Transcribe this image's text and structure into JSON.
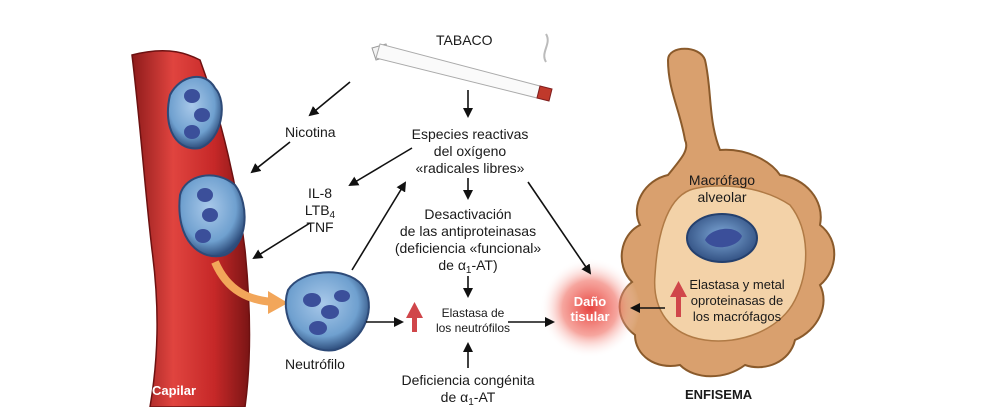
{
  "labels": {
    "tabaco": "TABACO",
    "nicotina": "Nicotina",
    "especies": [
      "Especies reactivas",
      "del oxígeno",
      "«radicales libres»"
    ],
    "il8": "IL-8",
    "ltb": "LTB",
    "ltb_sub": "4",
    "tnf": "TNF",
    "desactivacion": [
      "Desactivación",
      "de las antiproteinasas",
      "(deficiencia «funcional»"
    ],
    "desactivacion_last_pre": "de ",
    "alpha": "α",
    "alpha_sub": "1",
    "desactivacion_last_post": "-AT)",
    "elastasa_neutro": [
      "Elastasa de",
      "los neutrófilos"
    ],
    "dano": [
      "Daño",
      "tisular"
    ],
    "neutrofilo": "Neutrófilo",
    "capilar": "Capilar",
    "deficiencia": "Deficiencia congénita",
    "deficiencia_last_pre": "de ",
    "deficiencia_last_post": "-AT",
    "macrofago": [
      "Macrófago",
      "alveolar"
    ],
    "elastasa_metal": [
      "Elastasa y metal",
      "oproteinasas de",
      "los macrófagos"
    ],
    "enfisema": "ENFISEMA"
  },
  "colors": {
    "vessel": "#c62828",
    "cell_outer": "#6fa0cf",
    "cell_nucleus": "#3b4f9a",
    "alveolus": "#d9a06e",
    "alveolus_inner": "#f3d2a8",
    "arrow": "#111111",
    "increase_arrow": "#d0464a",
    "migration_arrow": "#f2a65a",
    "damage_glow": "#e53935"
  }
}
